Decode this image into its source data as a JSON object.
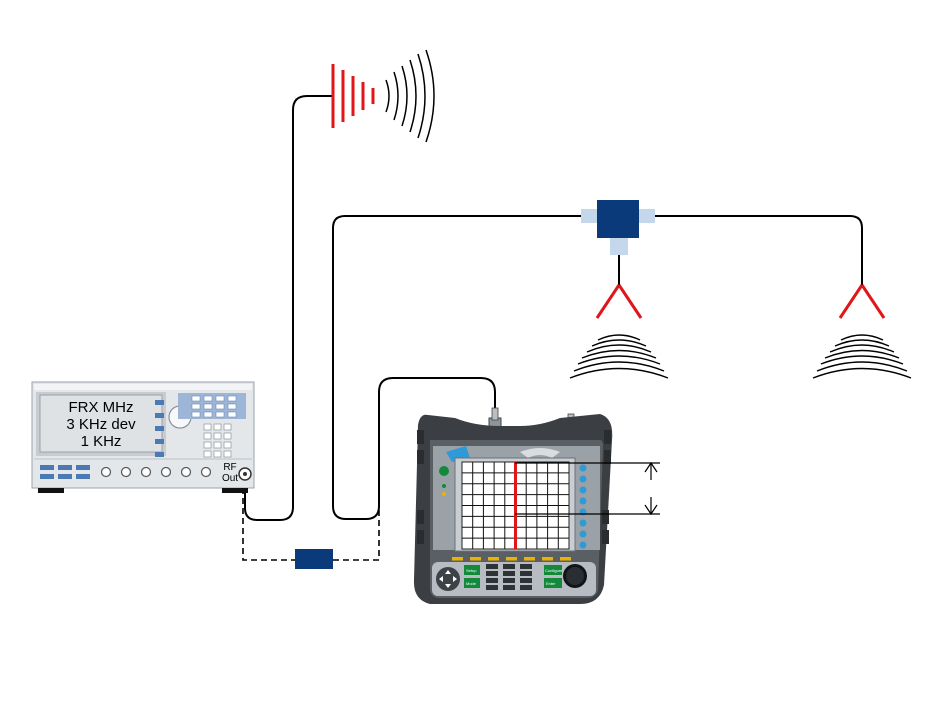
{
  "generator": {
    "display_lines": [
      "FRX MHz",
      "3 KHz dev",
      "1 KHz"
    ],
    "rf_out_label": [
      "RF",
      "Out"
    ]
  },
  "analyzer": {
    "keypad_labels": {
      "left_top": "Setup",
      "left_bottom": "Mode",
      "right_top": "Configure",
      "right_bottom": "Enter"
    }
  },
  "colors": {
    "cable": "#000000",
    "antenna": "#e0161b",
    "splitter": "#0b3a7a",
    "splitter_port": "#c5d7ea",
    "attenuator": "#0b3a7a",
    "trace": "#e0161b",
    "softkey": "#2f9ad8",
    "function_key": "#e8b400",
    "green_key": "#138a3b"
  }
}
